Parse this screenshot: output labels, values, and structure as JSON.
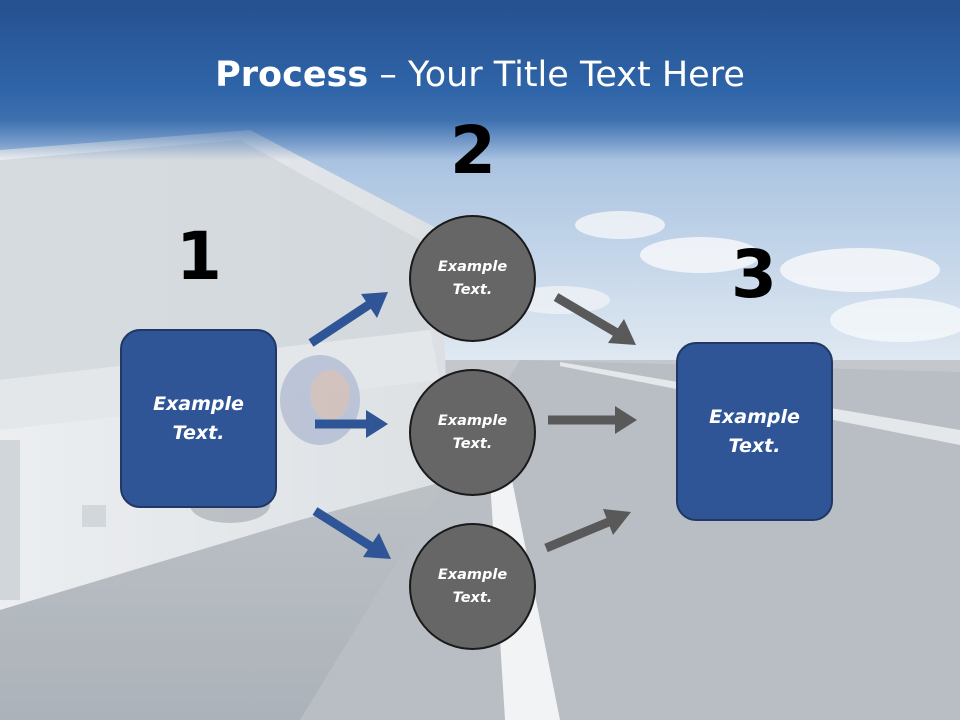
{
  "slide": {
    "title_bold": "Process",
    "title_rest": " – Your Title Text Here"
  },
  "steps": {
    "step1_number": "1",
    "step2_number": "2",
    "step3_number": "3"
  },
  "nodes": {
    "left_box": [
      "Example",
      "Text."
    ],
    "circle_top": [
      "Example",
      "Text."
    ],
    "circle_middle": [
      "Example",
      "Text."
    ],
    "circle_bottom": [
      "Example",
      "Text."
    ],
    "right_box": [
      "Example",
      "Text."
    ]
  },
  "colors": {
    "title_band": "#2e64a8",
    "box_fill": "#2f5597",
    "box_border": "#1f3864",
    "circle_fill": "#666666",
    "blue_arrow": "#2f5597",
    "gray_arrow": "#595959"
  }
}
